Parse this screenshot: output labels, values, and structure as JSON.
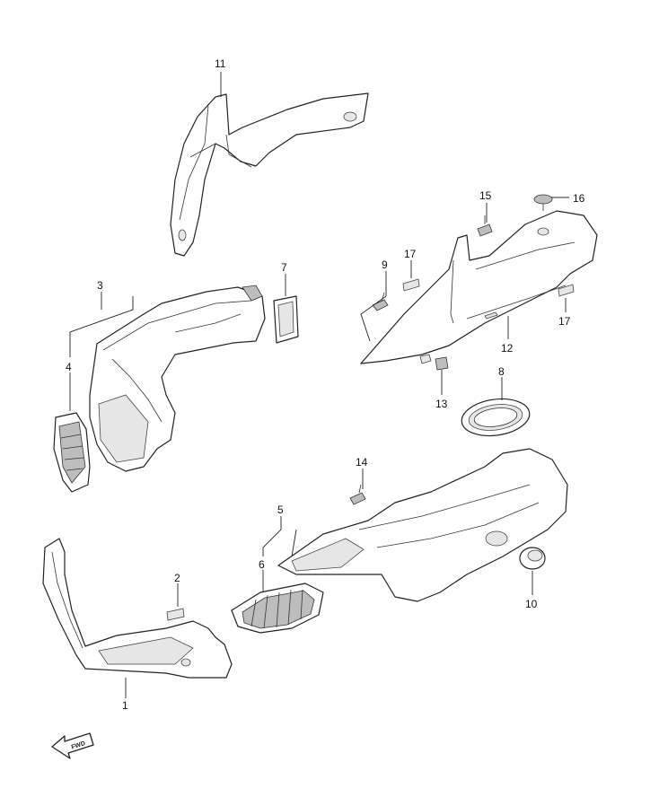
{
  "diagram": {
    "callouts": [
      {
        "id": "c1",
        "label": "1"
      },
      {
        "id": "c2",
        "label": "2"
      },
      {
        "id": "c3",
        "label": "3"
      },
      {
        "id": "c4",
        "label": "4"
      },
      {
        "id": "c5",
        "label": "5"
      },
      {
        "id": "c6",
        "label": "6"
      },
      {
        "id": "c7",
        "label": "7"
      },
      {
        "id": "c8",
        "label": "8"
      },
      {
        "id": "c9",
        "label": "9"
      },
      {
        "id": "c10",
        "label": "10"
      },
      {
        "id": "c11",
        "label": "11"
      },
      {
        "id": "c12",
        "label": "12"
      },
      {
        "id": "c13",
        "label": "13"
      },
      {
        "id": "c14",
        "label": "14"
      },
      {
        "id": "c15",
        "label": "15"
      },
      {
        "id": "c16",
        "label": "16"
      },
      {
        "id": "c17a",
        "label": "17"
      },
      {
        "id": "c17b",
        "label": "17"
      }
    ],
    "direction_arrow": {
      "label": "FWD",
      "icon": "forward-arrow-icon"
    }
  }
}
